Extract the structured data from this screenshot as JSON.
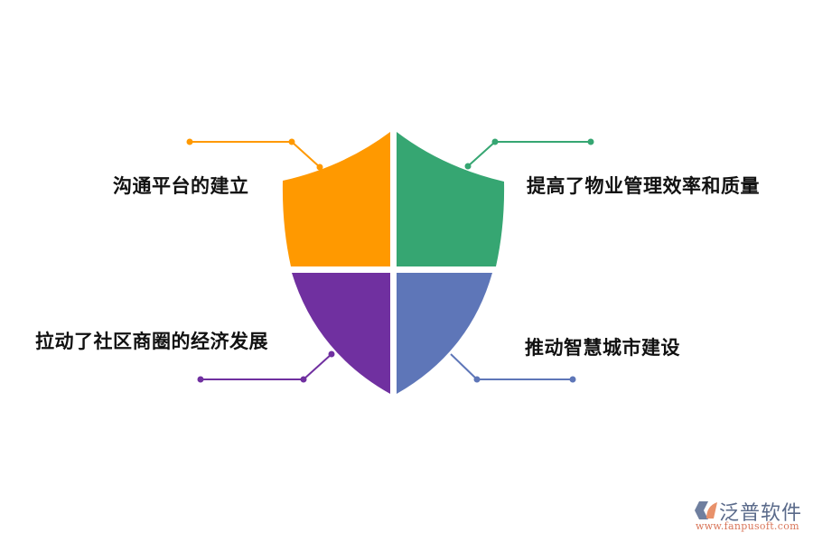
{
  "diagram": {
    "type": "shield-four-quadrants",
    "quadrants": [
      {
        "position": "top-left",
        "label": "沟通平台的建立",
        "color": "#FF9900"
      },
      {
        "position": "top-right",
        "label": "提高了物业管理效率和质量",
        "color": "#36A672"
      },
      {
        "position": "bottom-left",
        "label": "拉动了社区商圈的经济发展",
        "color": "#7030A0"
      },
      {
        "position": "bottom-right",
        "label": "推动智慧城市建设",
        "color": "#5E76B8"
      }
    ]
  },
  "watermark": {
    "name": "泛普软件",
    "url": "www.fanpusoft.com"
  }
}
